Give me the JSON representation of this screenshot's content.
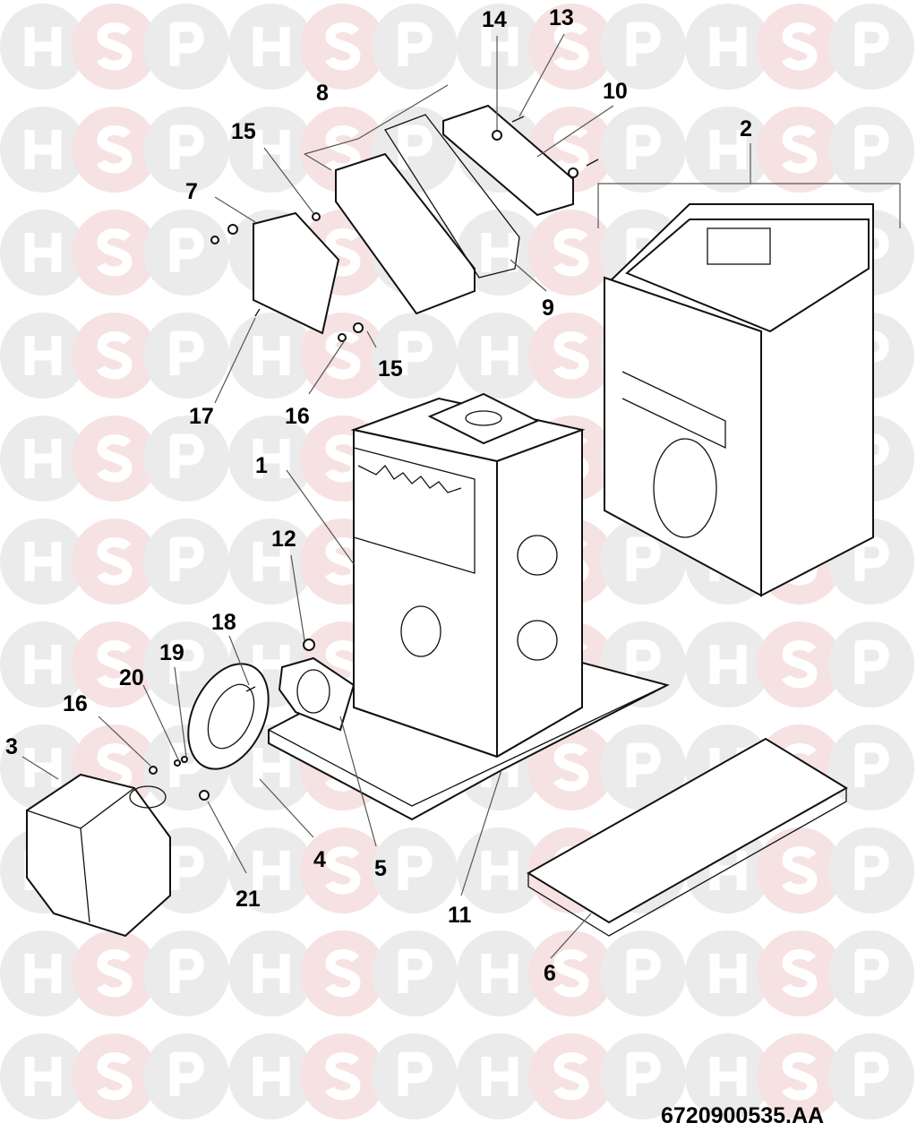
{
  "watermark": {
    "letters": [
      "H",
      "S",
      "P"
    ],
    "colors": {
      "H": "#ebebeb",
      "S": "#f6e2e2",
      "P": "#ebebeb"
    }
  },
  "drawing_ref": "6720900535.AA",
  "part_labels": [
    {
      "id": "1",
      "text": "1"
    },
    {
      "id": "2",
      "text": "2"
    },
    {
      "id": "3",
      "text": "3"
    },
    {
      "id": "4",
      "text": "4"
    },
    {
      "id": "5",
      "text": "5"
    },
    {
      "id": "6",
      "text": "6"
    },
    {
      "id": "7",
      "text": "7"
    },
    {
      "id": "8",
      "text": "8"
    },
    {
      "id": "9",
      "text": "9"
    },
    {
      "id": "10",
      "text": "10"
    },
    {
      "id": "11",
      "text": "11"
    },
    {
      "id": "12",
      "text": "12"
    },
    {
      "id": "13",
      "text": "13"
    },
    {
      "id": "14",
      "text": "14"
    },
    {
      "id": "15a",
      "text": "15"
    },
    {
      "id": "15b",
      "text": "15"
    },
    {
      "id": "16a",
      "text": "16"
    },
    {
      "id": "16b",
      "text": "16"
    },
    {
      "id": "17",
      "text": "17"
    },
    {
      "id": "18",
      "text": "18"
    },
    {
      "id": "19",
      "text": "19"
    },
    {
      "id": "20",
      "text": "20"
    },
    {
      "id": "21",
      "text": "21"
    }
  ]
}
